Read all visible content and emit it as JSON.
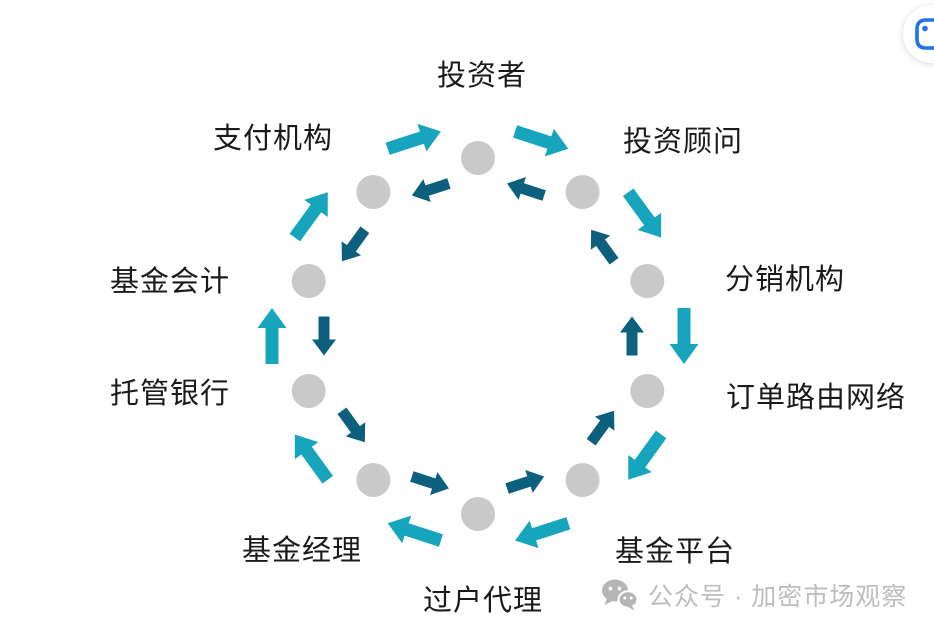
{
  "page": {
    "background_color": "#FFFFFF"
  },
  "diagram": {
    "type": "cycle",
    "node_count": 10,
    "nodes": [
      {
        "label": "投资者"
      },
      {
        "label": "投资顾问"
      },
      {
        "label": "分销机构"
      },
      {
        "label": "订单路由网络"
      },
      {
        "label": "基金平台"
      },
      {
        "label": "过户代理"
      },
      {
        "label": "基金经理"
      },
      {
        "label": "托管银行"
      },
      {
        "label": "基金会计"
      },
      {
        "label": "支付机构"
      }
    ],
    "dot_color": "#C9C9C9",
    "label_color": "#1A1A1A",
    "rings": {
      "outer": {
        "direction": "clockwise",
        "color": "#17A5BD"
      },
      "inner": {
        "direction": "counterclockwise",
        "color": "#0D5F7E"
      }
    }
  },
  "watermark": {
    "icon": "wechat-icon",
    "text": "公众号 · 加密市场观察",
    "color": "#BDBDBD"
  },
  "corner_button": {
    "icon": "scan-icon",
    "accent_color": "#1E73E8"
  }
}
